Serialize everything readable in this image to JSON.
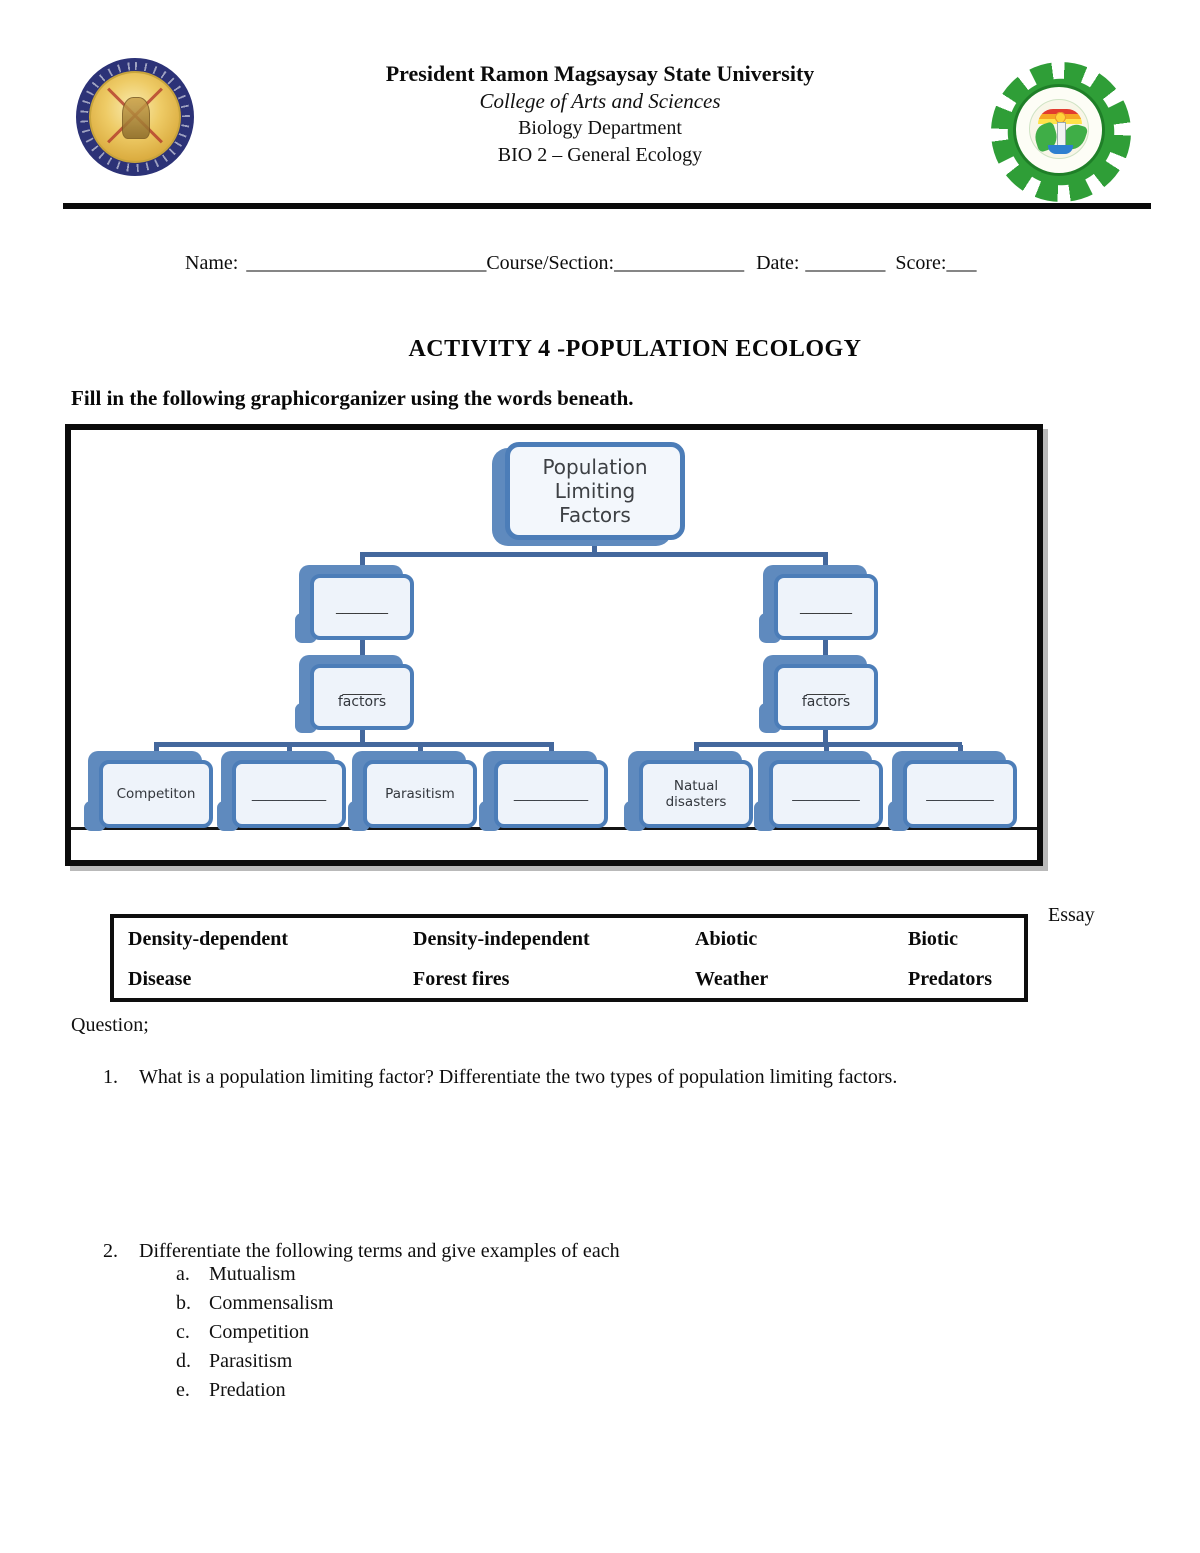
{
  "header": {
    "university": "President Ramon Magsaysay State University",
    "college": "College of Arts and Sciences",
    "department": "Biology Department",
    "course_code": "BIO 2 – General Ecology"
  },
  "form": {
    "name_label": "Name:",
    "name_blank": "________________________",
    "course_label": "Course/Section:",
    "course_blank": "_____________",
    "date_label": "Date:",
    "date_blank": "________",
    "score_label": "Score:",
    "score_blank": "___"
  },
  "activity": {
    "title": "ACTIVITY 4 -POPULATION ECOLOGY",
    "instruction": "Fill in the following graphicorganizer using the words beneath."
  },
  "diagram": {
    "root_label": "Population Limiting Factors",
    "branch_left": {
      "blank": "________"
    },
    "branch_right": {
      "blank": "________"
    },
    "factors_left": {
      "blank": "______",
      "label": "factors"
    },
    "factors_right": {
      "blank": "______",
      "label": "factors"
    },
    "leaves": {
      "l1": "Competiton",
      "l2": "___________",
      "l3": "Parasitism",
      "l4": "___________",
      "r1": "Natual disasters",
      "r2": "__________",
      "r3": "__________"
    }
  },
  "word_bank": {
    "items": [
      "Density-dependent",
      "Density-independent",
      "Abiotic",
      "Biotic",
      "Disease",
      "Forest fires",
      "Weather",
      "Predators"
    ]
  },
  "essay_label": "Essay",
  "questions": {
    "heading": "Question;",
    "q1_number": "1.",
    "q1_text": "What is a population limiting factor? Differentiate the two types of population limiting factors.",
    "q2_number": "2.",
    "q2_text": "Differentiate the following terms and give examples of each",
    "q2_items": [
      {
        "letter": "a.",
        "text": "Mutualism"
      },
      {
        "letter": "b.",
        "text": "Commensalism"
      },
      {
        "letter": "c.",
        "text": "Competition"
      },
      {
        "letter": "d.",
        "text": "Parasitism"
      },
      {
        "letter": "e.",
        "text": "Predation"
      }
    ]
  },
  "colors": {
    "node_border": "#4c7db8",
    "node_fill": "#eef3fa",
    "node_back": "#5f8abe",
    "connector": "#44689d",
    "frame_border": "#0b0b0b",
    "seal_gold": "#eecb66",
    "seal_navy": "#2c3277",
    "seal_green": "#2f9e37"
  }
}
